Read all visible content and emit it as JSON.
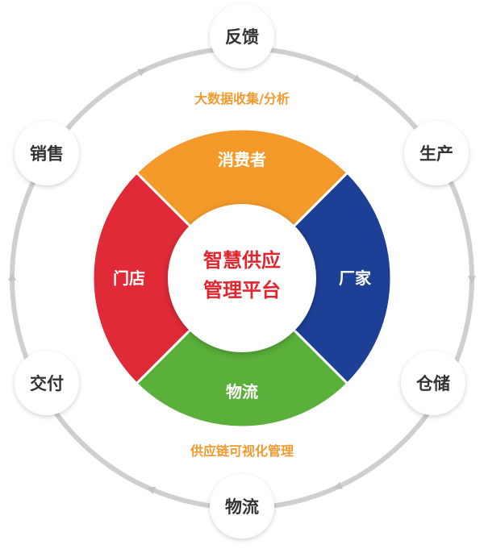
{
  "colors": {
    "ring": "#cfcfcf",
    "arrow": "#c4c4c4",
    "node_fill": "#ffffff",
    "node_text": "#333333",
    "caption": "#f29a2e",
    "center_text": "#e0252e",
    "consumer": "#f39a2a",
    "factory": "#1e3f96",
    "logistics": "#5ab03a",
    "store": "#e02a38"
  },
  "outer_nodes": [
    {
      "id": "feedback",
      "label": "反馈"
    },
    {
      "id": "production",
      "label": "生产"
    },
    {
      "id": "warehouse",
      "label": "仓储"
    },
    {
      "id": "logistics",
      "label": "物流"
    },
    {
      "id": "delivery",
      "label": "交付"
    },
    {
      "id": "sales",
      "label": "销售"
    }
  ],
  "top_caption": "大数据收集/分析",
  "bottom_caption": "供应链可视化管理",
  "segments": [
    {
      "id": "consumer",
      "label": "消费者"
    },
    {
      "id": "factory",
      "label": "厂家"
    },
    {
      "id": "logistics",
      "label": "物流"
    },
    {
      "id": "store",
      "label": "门店"
    }
  ],
  "center": {
    "line1": "智慧供应",
    "line2": "管理平台"
  }
}
